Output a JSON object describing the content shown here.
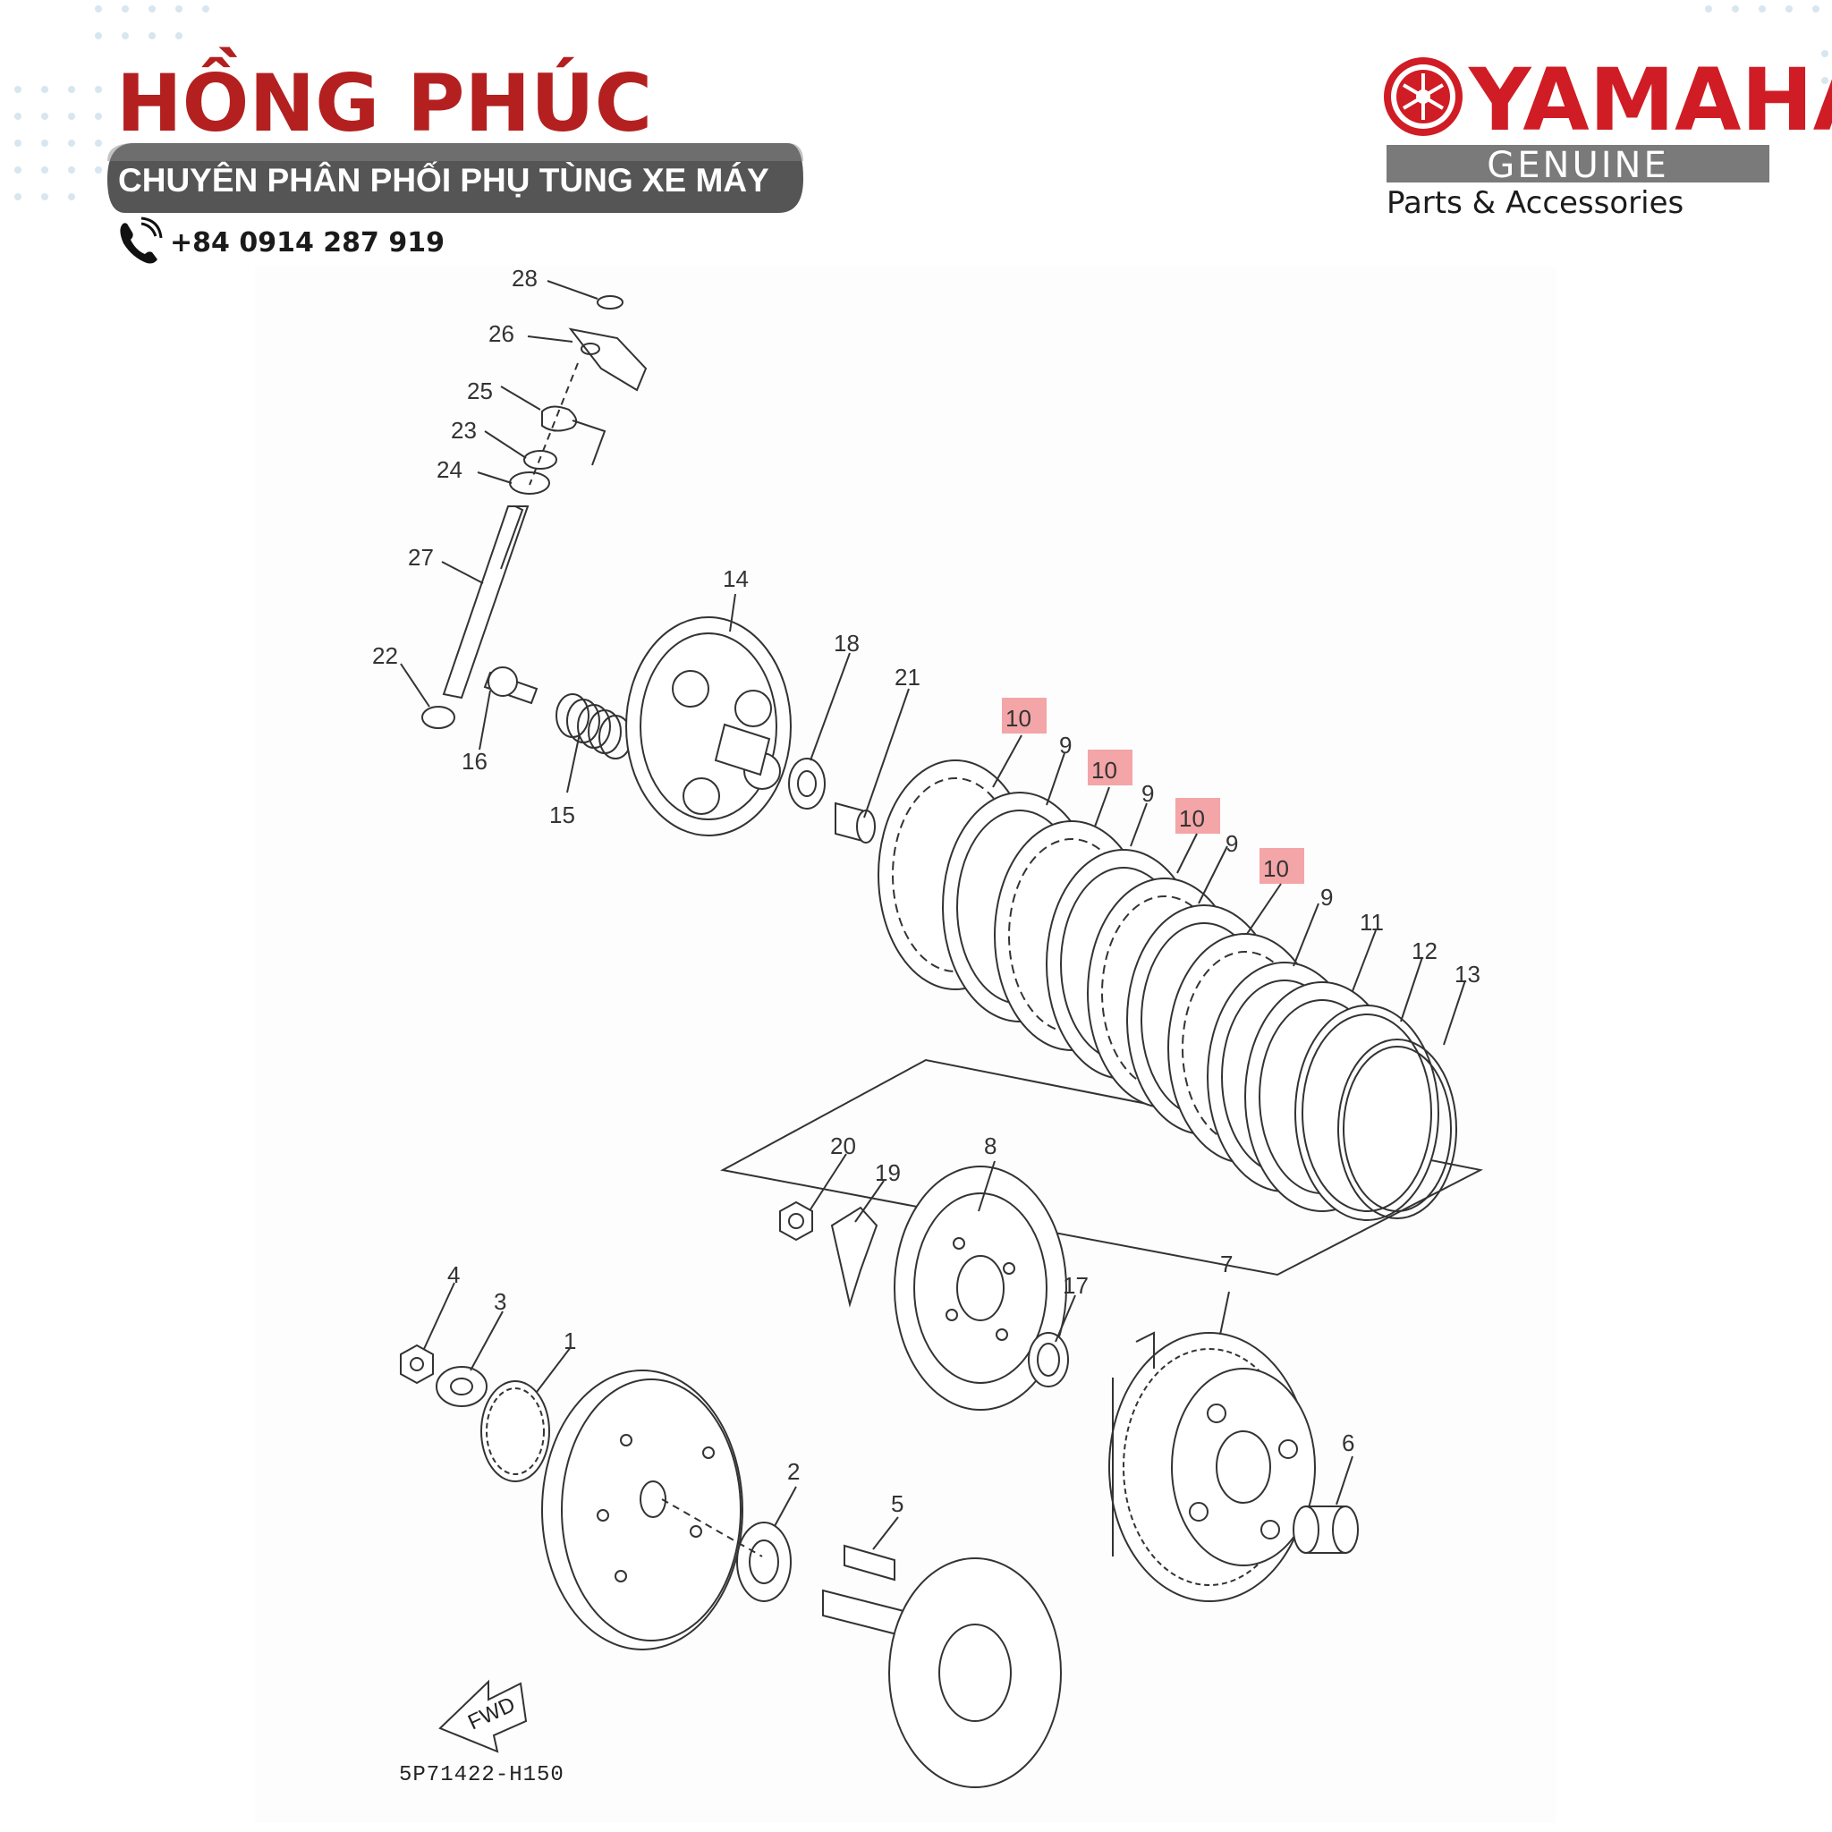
{
  "dealer": {
    "name": "HỒNG PHÚC",
    "tagline": "CHUYÊN PHÂN PHỐI PHỤ TÙNG XE MÁY",
    "phone": "+84 0914 287 919",
    "icons": [
      "phone-icon"
    ]
  },
  "brand": {
    "wordmark": "YAMAHA",
    "genuine": "GENUINE",
    "subline": "Parts & Accessories",
    "icons": [
      "yamaha-emblem-icon"
    ],
    "colors": {
      "red": "#d01c24",
      "dealer_red": "#b3201f",
      "genuine_bar": "#7a7a7a"
    }
  },
  "diagram": {
    "plate_code": "5P71422-H150",
    "direction_marker": "FWD",
    "highlight_color": "#f3a5a8",
    "callouts": [
      "28",
      "26",
      "25",
      "23",
      "24",
      "27",
      "22",
      "16",
      "15",
      "14",
      "18",
      "21",
      "10",
      "9",
      "10",
      "9",
      "10",
      "9",
      "10",
      "9",
      "11",
      "12",
      "13",
      "20",
      "19",
      "8",
      "17",
      "7",
      "4",
      "3",
      "1",
      "2",
      "5",
      "6"
    ],
    "highlighted_callout": "10"
  }
}
